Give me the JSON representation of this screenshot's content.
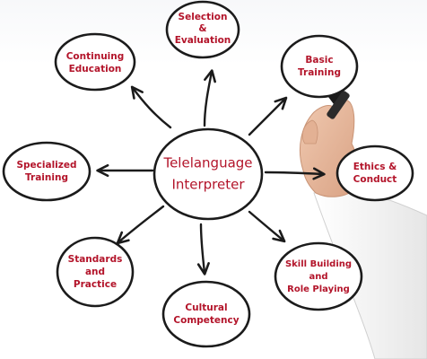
{
  "center": {
    "lines": [
      "Telelanguage",
      "Interpreter"
    ]
  },
  "nodes": [
    {
      "id": "selection-evaluation",
      "lines": [
        "Selection",
        "&",
        "Evaluation"
      ]
    },
    {
      "id": "continuing-education",
      "lines": [
        "Continuing",
        "Education"
      ]
    },
    {
      "id": "basic-training",
      "lines": [
        "Basic",
        "Training"
      ]
    },
    {
      "id": "specialized-training",
      "lines": [
        "Specialized",
        "Training"
      ]
    },
    {
      "id": "ethics-conduct",
      "lines": [
        "Ethics &",
        "Conduct"
      ]
    },
    {
      "id": "standards-practice",
      "lines": [
        "Standards",
        "and",
        "Practice"
      ]
    },
    {
      "id": "skill-building",
      "lines": [
        "Skill Building",
        "and",
        "Role Playing"
      ]
    },
    {
      "id": "cultural-competency",
      "lines": [
        "Cultural",
        "Competency"
      ]
    }
  ],
  "colors": {
    "text": "#b3142a",
    "outline": "#1b1b1b",
    "skin": "#e8b89c",
    "sleeve": "#f3f3f3"
  }
}
